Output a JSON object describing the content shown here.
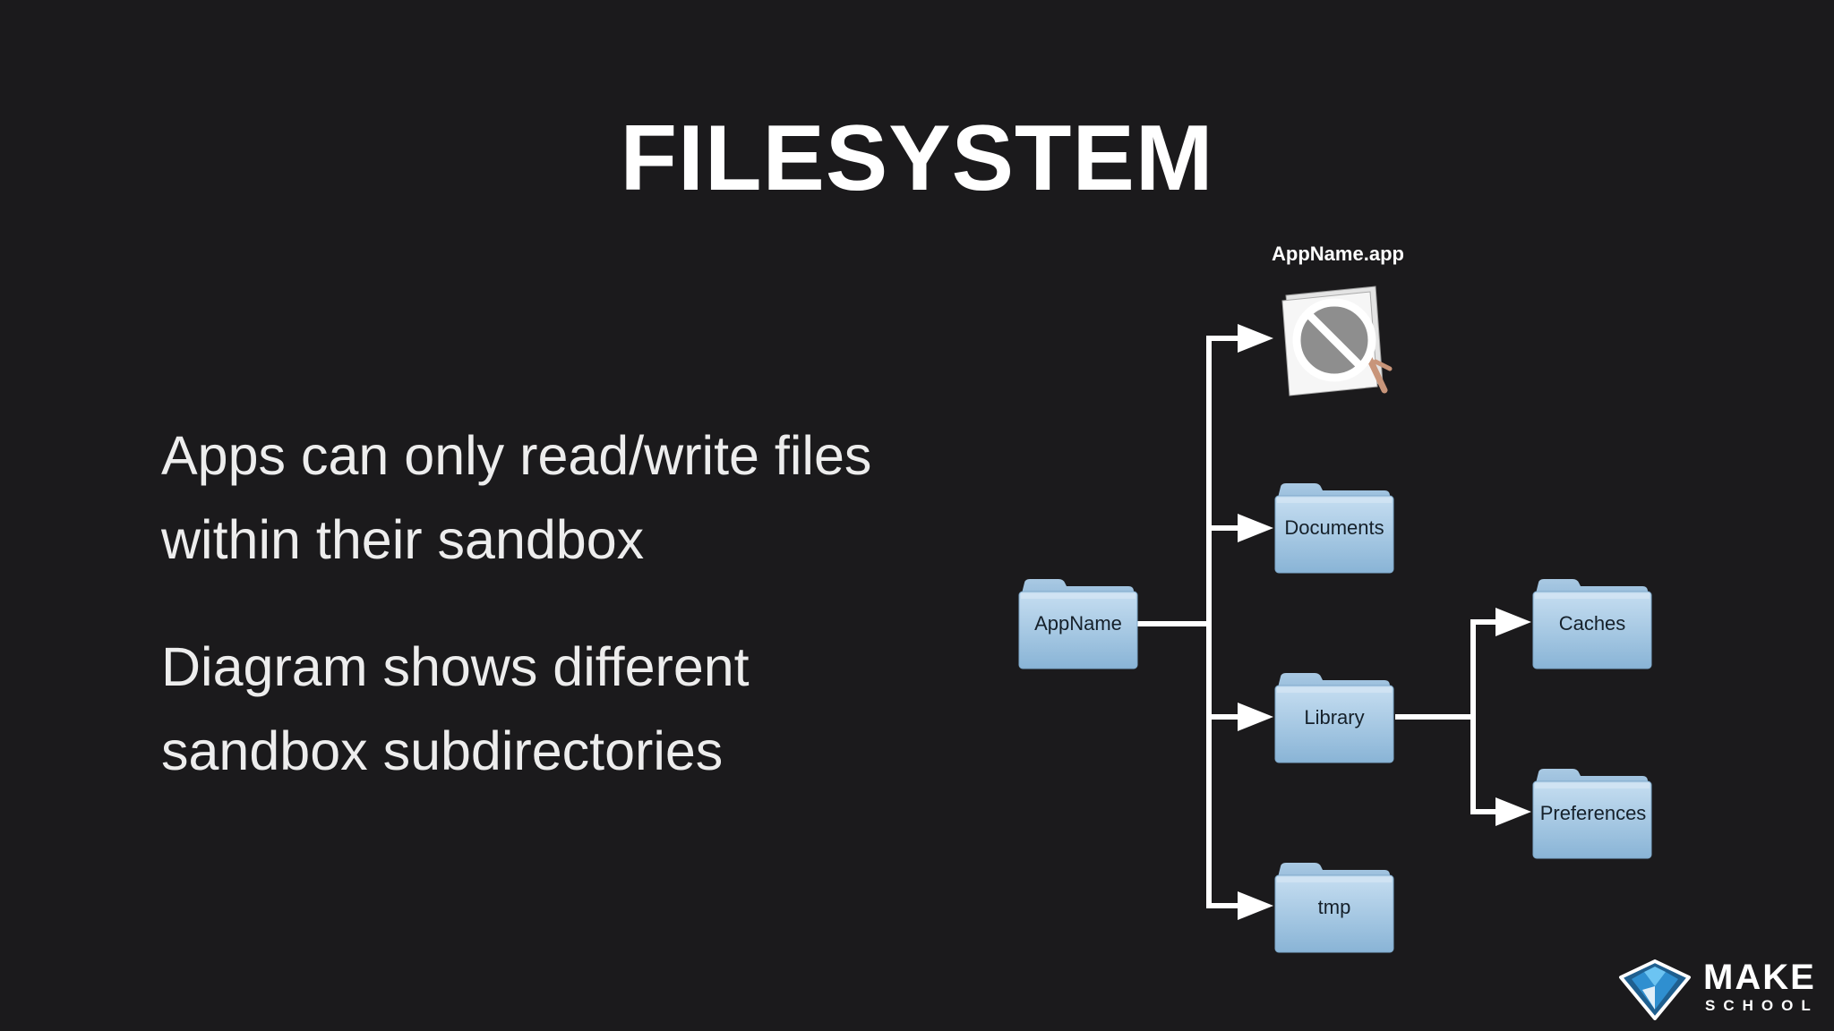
{
  "slide": {
    "title": "FILESYSTEM",
    "bullets": [
      "Apps can only read/write files within their sandbox",
      "Diagram shows different sandbox subdirectories"
    ]
  },
  "diagram": {
    "app_bundle": {
      "label": "AppName.app",
      "icon": "no-entry-app-icon"
    },
    "root": {
      "label": "AppName",
      "icon": "folder-icon"
    },
    "children": [
      {
        "label": "Documents",
        "icon": "folder-icon"
      },
      {
        "label": "Library",
        "icon": "folder-icon"
      },
      {
        "label": "tmp",
        "icon": "folder-icon"
      }
    ],
    "library_children": [
      {
        "label": "Caches",
        "icon": "folder-icon"
      },
      {
        "label": "Preferences",
        "icon": "folder-icon"
      }
    ],
    "colors": {
      "background": "#1b1a1c",
      "folder_top": "#b9d6ec",
      "folder_bottom": "#8cb6d8",
      "arrow": "#ffffff"
    }
  },
  "logo": {
    "line1": "MAKE",
    "line2": "SCHOOL",
    "icon": "make-school-m-logo-icon"
  }
}
